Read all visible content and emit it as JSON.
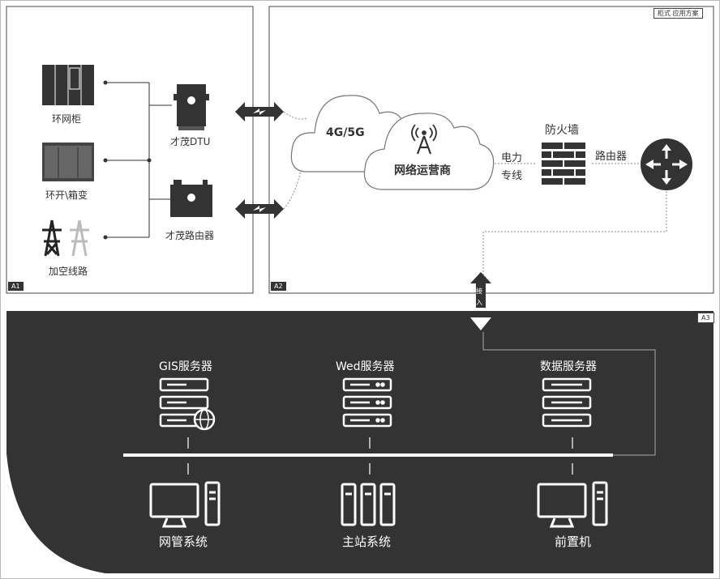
{
  "header": {
    "tag": "柜式 应用方案"
  },
  "regions": {
    "a1": "A1",
    "a2": "A2",
    "a3": "A3"
  },
  "devices": {
    "ring_cabinet": "环网柜",
    "box_transformer": "环开\\箱变",
    "overhead_line": "加空线路",
    "dtu": "才茂DTU",
    "router_device": "才茂路由器"
  },
  "network": {
    "cloud_4g5g": "4G/5G",
    "operator": "网络运营商",
    "power_line_1": "电力",
    "power_line_2": "专线",
    "firewall": "防火墙",
    "router": "路由器",
    "access_1": "接",
    "access_2": "入"
  },
  "servers": {
    "gis": "GIS服务器",
    "web": "Wed服务器",
    "data": "数据服务器"
  },
  "systems": {
    "management": "网管系统",
    "master": "主站系统",
    "front": "前置机"
  },
  "colors": {
    "dark": "#333333",
    "light": "#ffffff",
    "line": "#666666"
  }
}
